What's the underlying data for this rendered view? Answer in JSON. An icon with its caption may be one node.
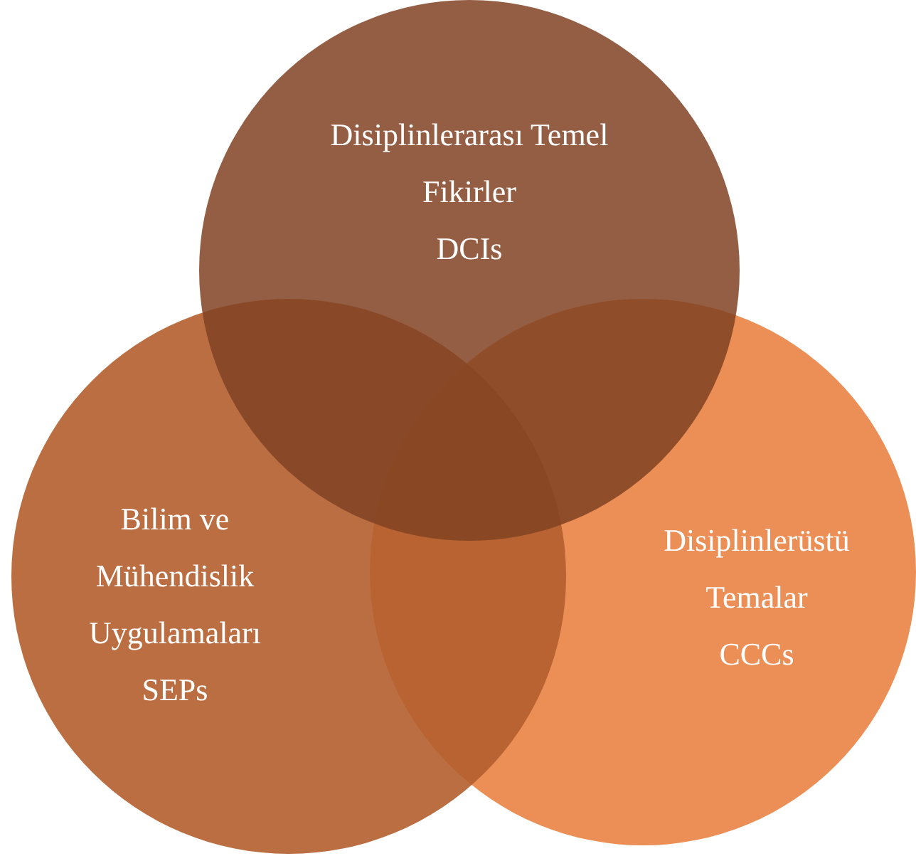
{
  "diagram": {
    "nodes": [
      {
        "text": [
          "Disiplinlerarası Temel Fikirler",
          "DCIs"
        ]
      },
      {
        "text": [
          "Bilim ve Mühendislik Uygulamaları",
          "SEPs"
        ]
      },
      {
        "text": [
          "Disiplinlerüstü Temalar",
          "CCCs"
        ]
      }
    ]
  }
}
